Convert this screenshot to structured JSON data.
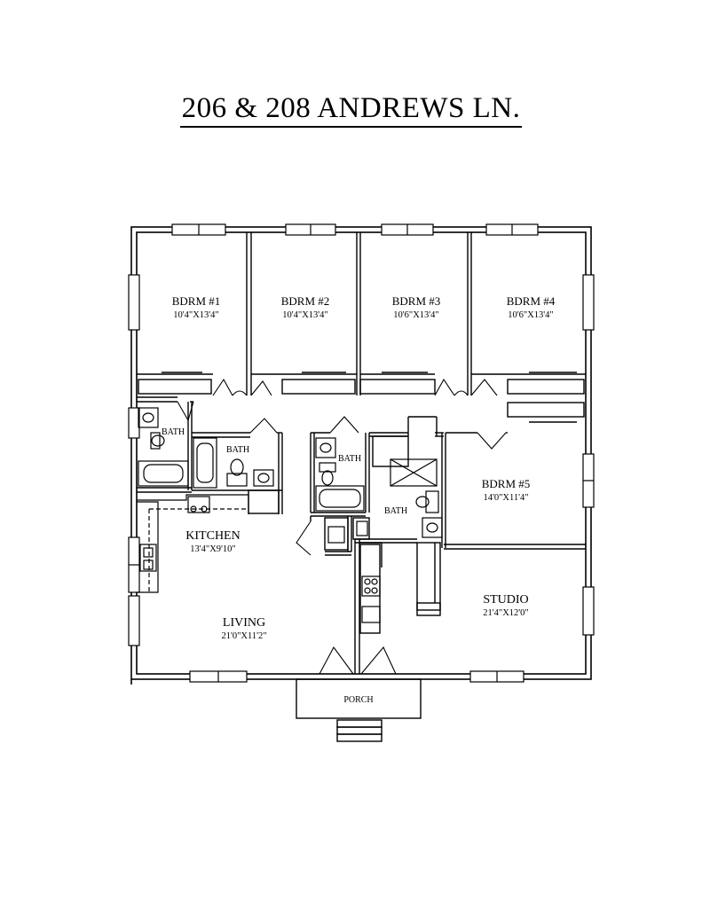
{
  "title": "206 & 208 ANDREWS LN.",
  "rooms": [
    {
      "name": "BDRM #1",
      "dims": "10'4\"X13'4\""
    },
    {
      "name": "BDRM #2",
      "dims": "10'4\"X13'4\""
    },
    {
      "name": "BDRM #3",
      "dims": "10'6\"X13'4\""
    },
    {
      "name": "BDRM #4",
      "dims": "10'6\"X13'4\""
    },
    {
      "name": "BDRM #5",
      "dims": "14'0\"X11'4\""
    },
    {
      "name": "KITCHEN",
      "dims": "13'4\"X9'10\""
    },
    {
      "name": "LIVING",
      "dims": "21'0\"X11'2\""
    },
    {
      "name": "STUDIO",
      "dims": "21'4\"X12'0\""
    }
  ],
  "baths": [
    "BATH",
    "BATH",
    "BATH",
    "BATH"
  ],
  "porch": "PORCH"
}
